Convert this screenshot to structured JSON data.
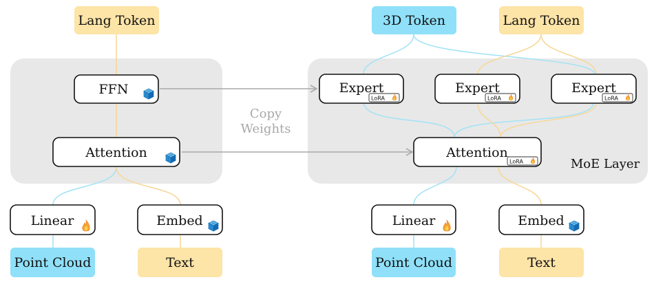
{
  "left": {
    "top_token": "Lang Token",
    "ffn": "FFN",
    "attention": "Attention",
    "linear": "Linear",
    "embed": "Embed",
    "point_cloud": "Point Cloud",
    "text": "Text"
  },
  "middle": {
    "copy_line1": "Copy",
    "copy_line2": "Weights"
  },
  "right": {
    "token_3d": "3D Token",
    "lang_token": "Lang Token",
    "experts": [
      "Expert",
      "Expert",
      "Expert"
    ],
    "lora": "LoRA",
    "attention": "Attention",
    "moe_label": "MoE Layer",
    "linear": "Linear",
    "embed": "Embed",
    "point_cloud": "Point Cloud",
    "text": "Text"
  },
  "colors": {
    "lang_token_fill": "#fde4a7",
    "token_3d_fill": "#8fe0f8",
    "panel_fill": "#e8e8e8",
    "blue_wire": "#a5e3f5",
    "orange_wire": "#f7d89a",
    "copy_arrow": "#a8a8a8"
  },
  "icons": {
    "frozen": "blue-cube-icon",
    "trainable": "flame-icon"
  }
}
